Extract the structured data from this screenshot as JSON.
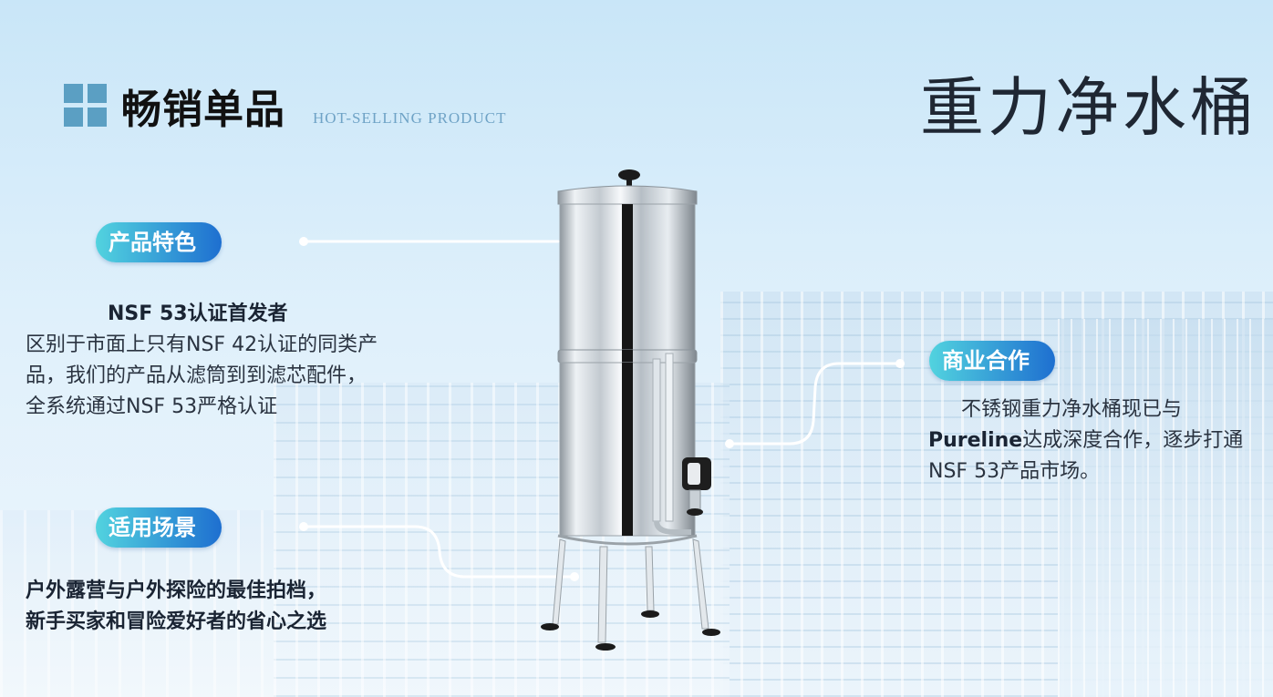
{
  "header": {
    "brand_title": "畅销单品",
    "brand_subtitle": "HOT-SELLING PRODUCT",
    "page_title": "重力净水桶"
  },
  "features": {
    "tag": "产品特色",
    "headline": "NSF 53认证首发者",
    "body": "区别于市面上只有NSF 42认证的同类产品，我们的产品从滤筒到到滤芯配件，全系统通过NSF 53严格认证"
  },
  "scenarios": {
    "tag": "适用场景",
    "body": "户外露营与户外探险的最佳拍档，新手买家和冒险爱好者的省心之选"
  },
  "cooperation": {
    "tag": "商业合作",
    "body_before": "不锈钢重力净水桶现已与",
    "partner": "Pureline",
    "body_after": "达成深度合作，逐步打通NSF 53产品市场。"
  },
  "colors": {
    "accent_start": "#52d3df",
    "accent_end": "#1e6fd0",
    "logo": "#5b9fc3",
    "subtitle": "#6fa3c6"
  }
}
